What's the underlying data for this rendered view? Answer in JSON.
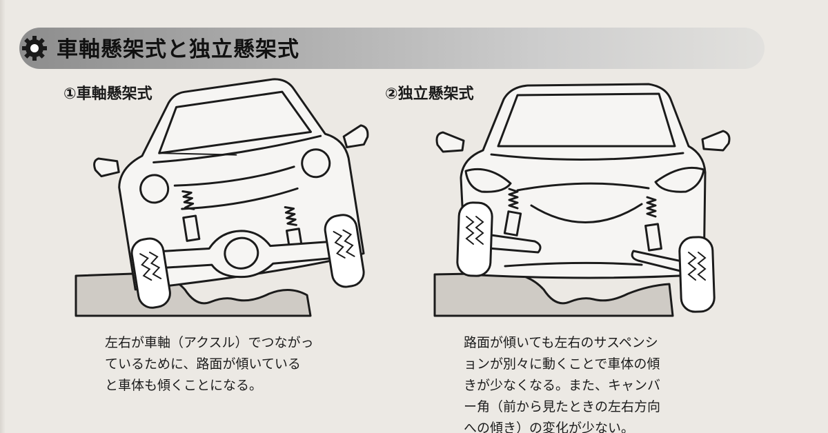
{
  "header": {
    "title": "車軸懸架式と独立懸架式"
  },
  "sections": [
    {
      "label": "①車軸懸架式",
      "caption_lines": [
        "左右が車軸（アクスル）でつながっ",
        "ているために、路面が傾いている",
        "と車体も傾くことになる。"
      ]
    },
    {
      "label": "②独立懸架式",
      "caption_lines": [
        "路面が傾いても左右のサスペンシ",
        "ョンが別々に動くことで車体の傾",
        "きが少なくなる。また、キャンバ",
        "ー角（前から見たときの左右方向",
        "への傾き）の変化が少ない。"
      ]
    }
  ],
  "colors": {
    "paper": "#ece9e4",
    "header_dark": "#8d8d8d",
    "header_light": "#e2e1de",
    "ink": "#1b1b1b",
    "ground": "#cfcbc5"
  },
  "icons": {
    "header": "gear-icon"
  }
}
